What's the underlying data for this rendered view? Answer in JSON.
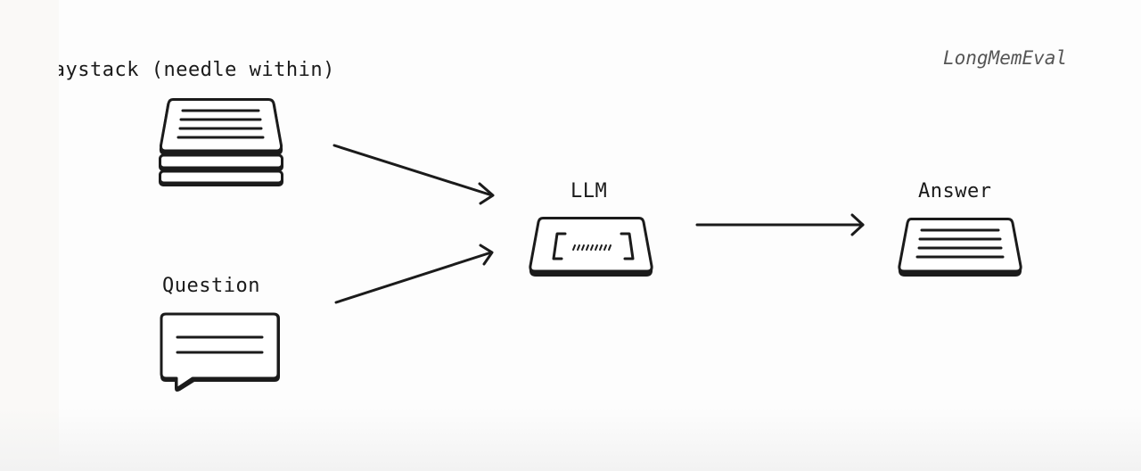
{
  "diagram": {
    "brand": "LongMemEval",
    "nodes": {
      "haystack": {
        "label": "Haystack (needle within)",
        "icon": "stacked-documents-icon"
      },
      "question": {
        "label": "Question",
        "icon": "speech-bubble-icon"
      },
      "llm": {
        "label": "LLM",
        "icon": "llm-terminal-icon"
      },
      "answer": {
        "label": "Answer",
        "icon": "document-icon"
      }
    },
    "edges": [
      {
        "from": "haystack",
        "to": "llm"
      },
      {
        "from": "question",
        "to": "llm"
      },
      {
        "from": "llm",
        "to": "answer"
      }
    ]
  }
}
